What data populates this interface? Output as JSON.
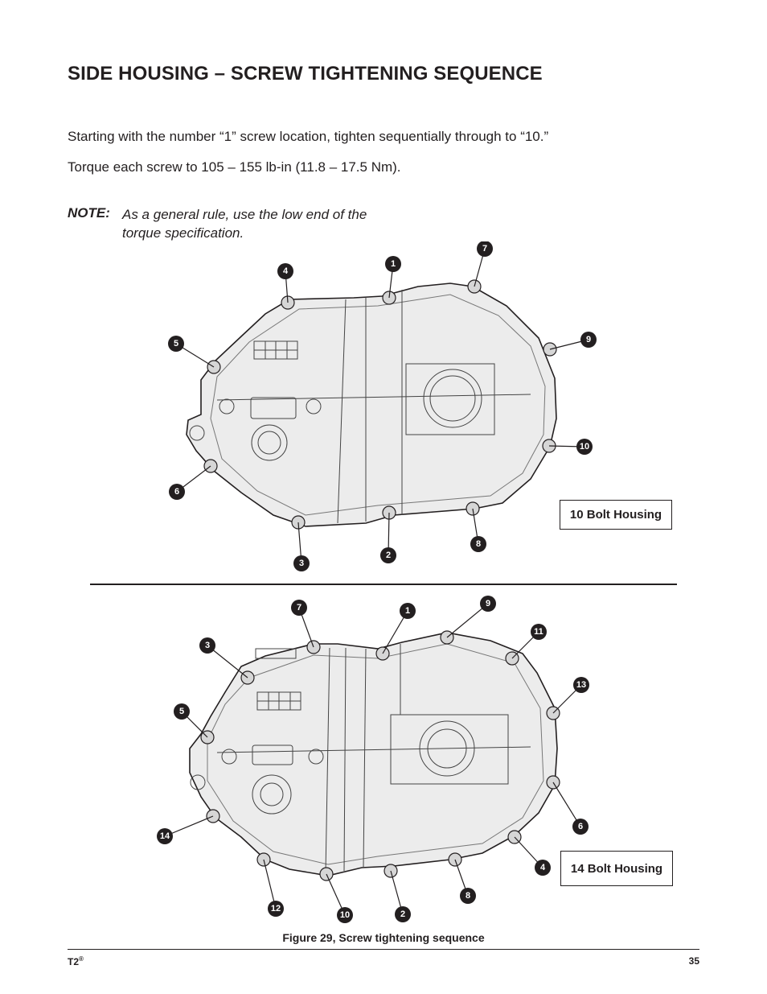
{
  "page": {
    "title": "SIDE HOUSING – SCREW TIGHTENING SEQUENCE",
    "paragraph_1": "Starting with the number “1” screw location, tighten sequentially through to “10.”",
    "paragraph_2": "Torque each screw to 105 – 155 lb-in (11.8 – 17.5 Nm).",
    "note_label": "NOTE:",
    "note_text": "As a general rule, use the low end of the torque specification."
  },
  "figure": {
    "caption": "Figure 29, Screw tightening sequence",
    "housing_10": {
      "label": "10 Bolt Housing",
      "callouts": [
        "1",
        "2",
        "3",
        "4",
        "5",
        "6",
        "7",
        "8",
        "9",
        "10"
      ]
    },
    "housing_14": {
      "label": "14 Bolt Housing",
      "callouts": [
        "1",
        "2",
        "3",
        "4",
        "5",
        "6",
        "7",
        "8",
        "9",
        "10",
        "11",
        "12",
        "13",
        "14"
      ]
    }
  },
  "footer": {
    "brand": "T2",
    "brand_mark": "®",
    "page_number": "35"
  }
}
